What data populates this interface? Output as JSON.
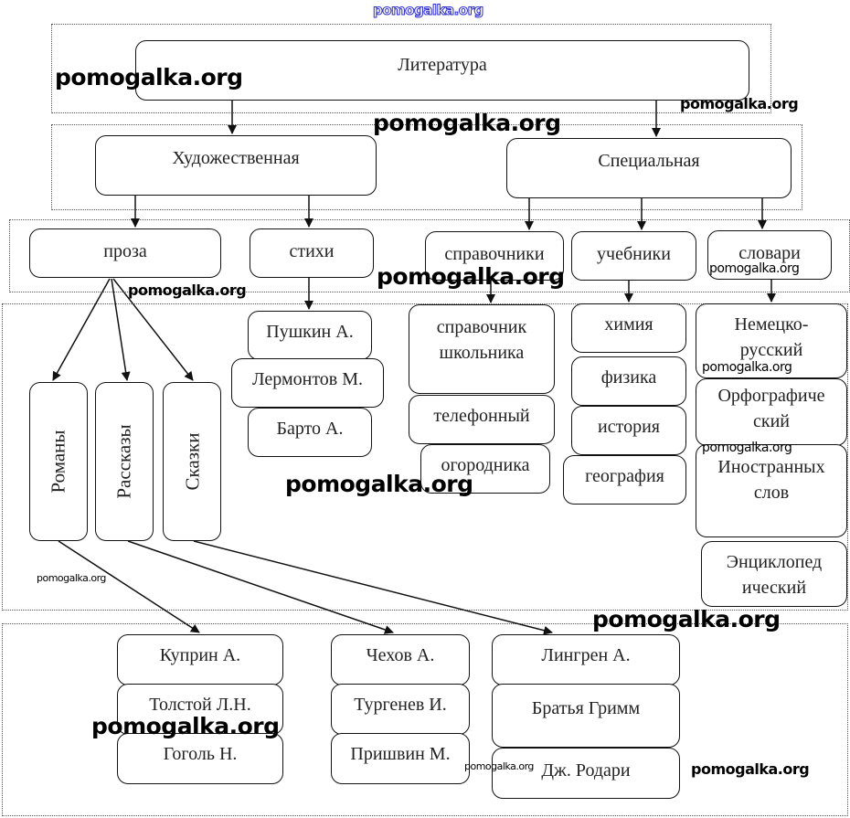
{
  "diagram": {
    "root": "Литература",
    "level1": {
      "artistic": "Художественная",
      "special": "Специальная"
    },
    "level2": {
      "prose": "проза",
      "poems": "стихи",
      "reference": "справочники",
      "textbooks": "учебники",
      "dictionaries": "словари"
    },
    "prose_genres": [
      "Романы",
      "Рассказы",
      "Сказки"
    ],
    "poets": [
      "Пушкин А.",
      "Лермонтов М.",
      "Барто А."
    ],
    "reference_items": [
      "справочник школьника",
      "телефонный",
      "огородника"
    ],
    "textbook_items": [
      "химия",
      "физика",
      "история",
      "география"
    ],
    "dictionary_items": [
      "Немецко-русский",
      "Орфографиче ский",
      "Иностранных слов",
      "Энциклопед ический"
    ],
    "novel_authors": [
      "Куприн А.",
      "Толстой Л.Н.",
      "Гоголь Н."
    ],
    "story_authors": [
      "Чехов А.",
      "Тургенев И.",
      "Пришвин М."
    ],
    "tale_authors": [
      "Лингрен А.",
      "Братья Гримм",
      "Дж. Родари"
    ]
  },
  "watermarks": {
    "text": "pomogalka.org"
  },
  "colors": {
    "line": "#111111",
    "watermark_outline": "#2b2bd0"
  }
}
